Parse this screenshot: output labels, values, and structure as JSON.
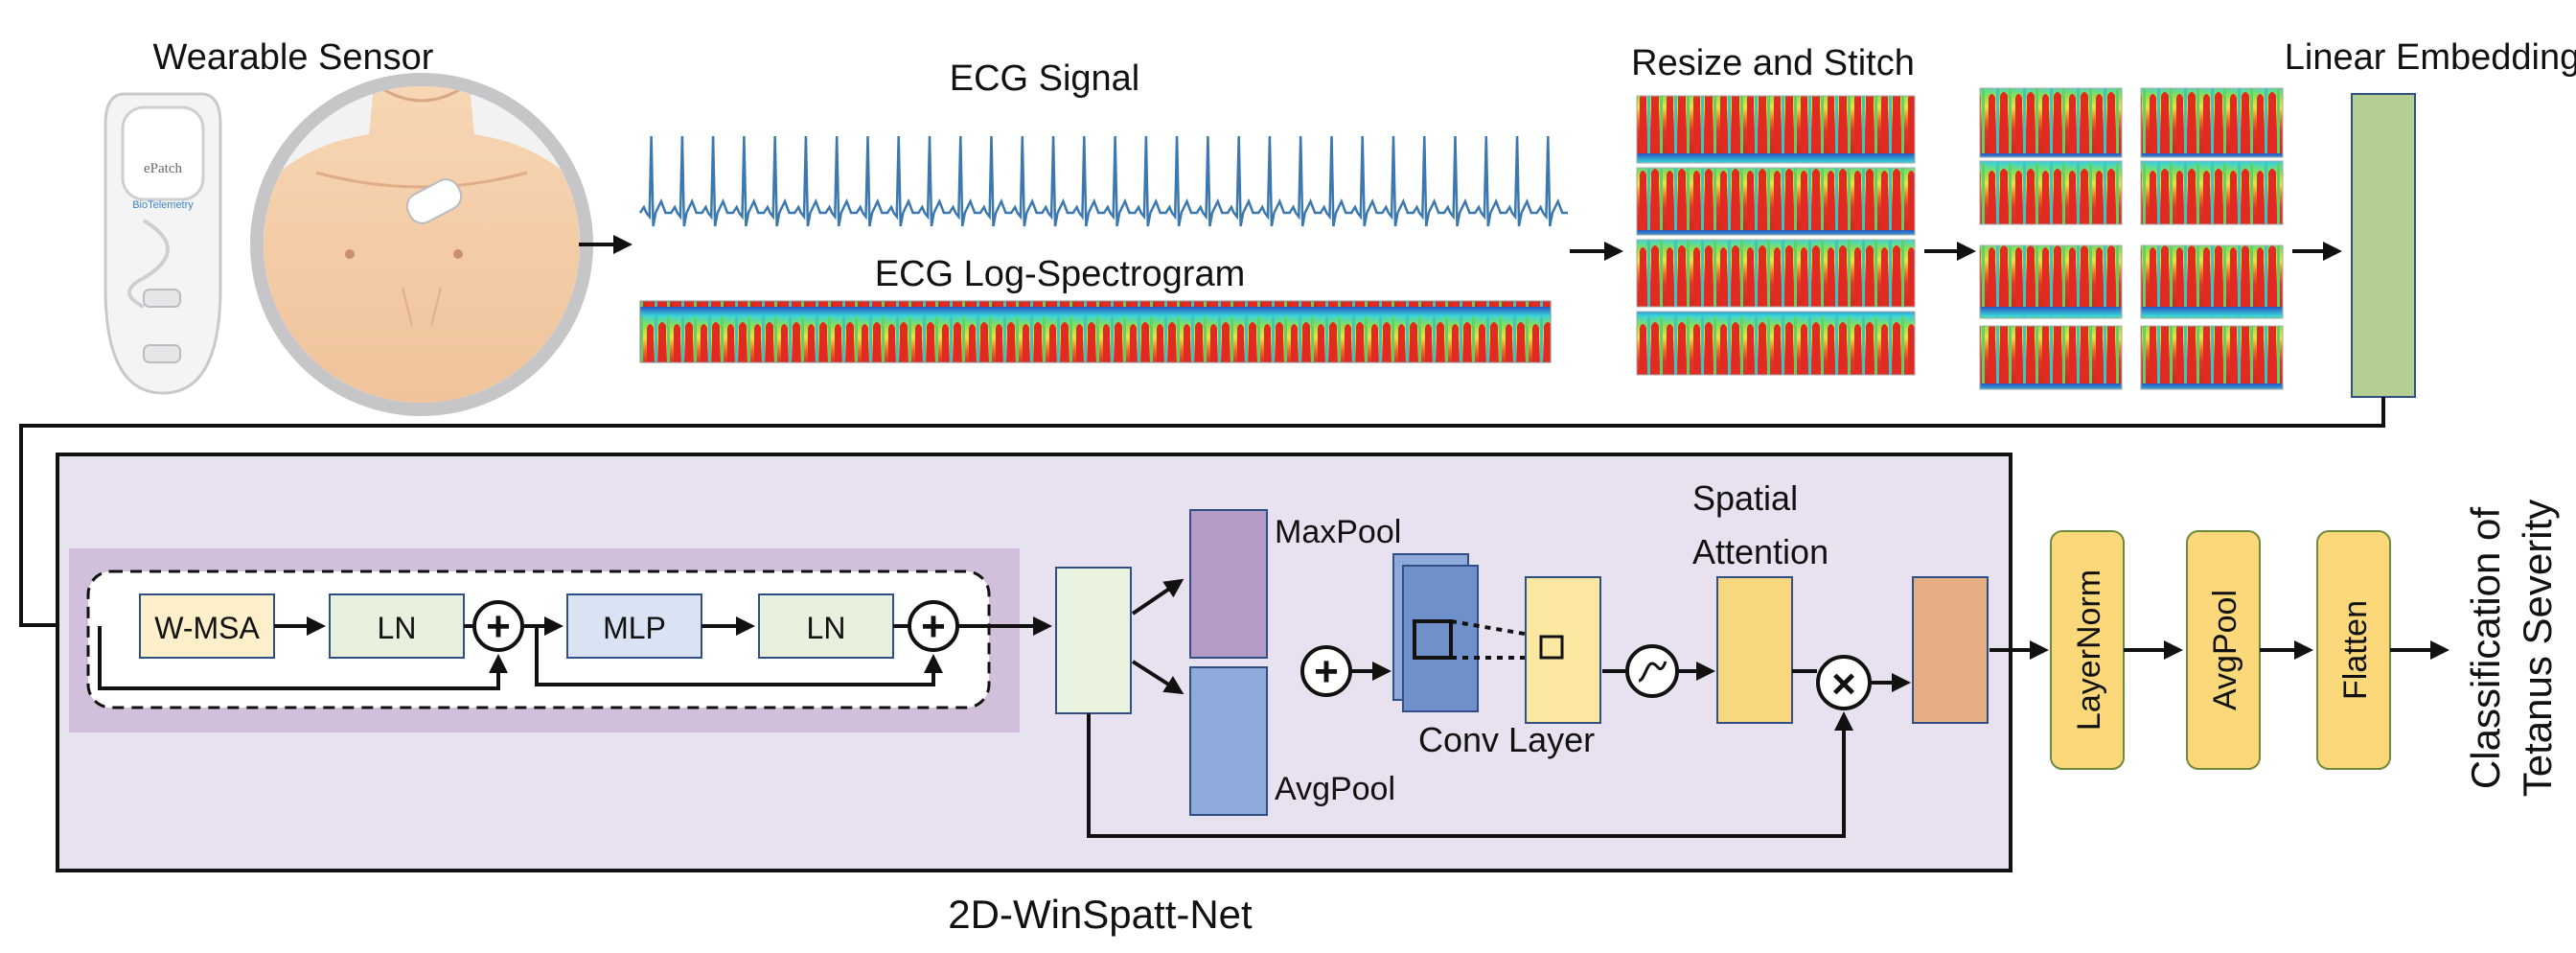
{
  "labels": {
    "wearable_sensor": "Wearable Sensor",
    "ecg_signal": "ECG Signal",
    "ecg_log_spectrogram": "ECG Log-Spectrogram",
    "resize_and_stitch": "Resize and Stitch",
    "linear_embedding": "Linear Embedding",
    "maxpool": "MaxPool",
    "avgpool": "AvgPool",
    "conv_layer": "Conv Layer",
    "spatial_attention_1": "Spatial",
    "spatial_attention_2": "Attention",
    "network_name": "2D-WinSpatt-Net",
    "output_1": "Classification of",
    "output_2": "Tetanus Severity"
  },
  "device": {
    "brand": "ePatch",
    "maker": "BioTelemetry"
  },
  "blocks": {
    "wmsa": "W-MSA",
    "ln1": "LN",
    "mlp": "MLP",
    "ln2": "LN",
    "layernorm": "LayerNorm",
    "avgpool_head": "AvgPool",
    "flatten": "Flatten"
  },
  "symbols": {
    "add": "+",
    "multiply": "×",
    "sigmoid": "∫"
  },
  "colors": {
    "network_bg": "#e8e1f0",
    "window_block_bg": "#d2bfdc",
    "wmsa": "#fcefc9",
    "ln": "#e6f0dc",
    "mlp": "#dae3f3",
    "feature_map": "#e9f1df",
    "maxpool": "#b39ac7",
    "avgpool": "#8eaadb",
    "conv": "#7090cc",
    "attention": "#f9d77e",
    "output_feature": "#e6ad85",
    "head_block": "#fbd97a",
    "linear_embedding": "#b3cf92",
    "ecg_line": "#3b78b0",
    "spectrogram": "#e8352a"
  }
}
